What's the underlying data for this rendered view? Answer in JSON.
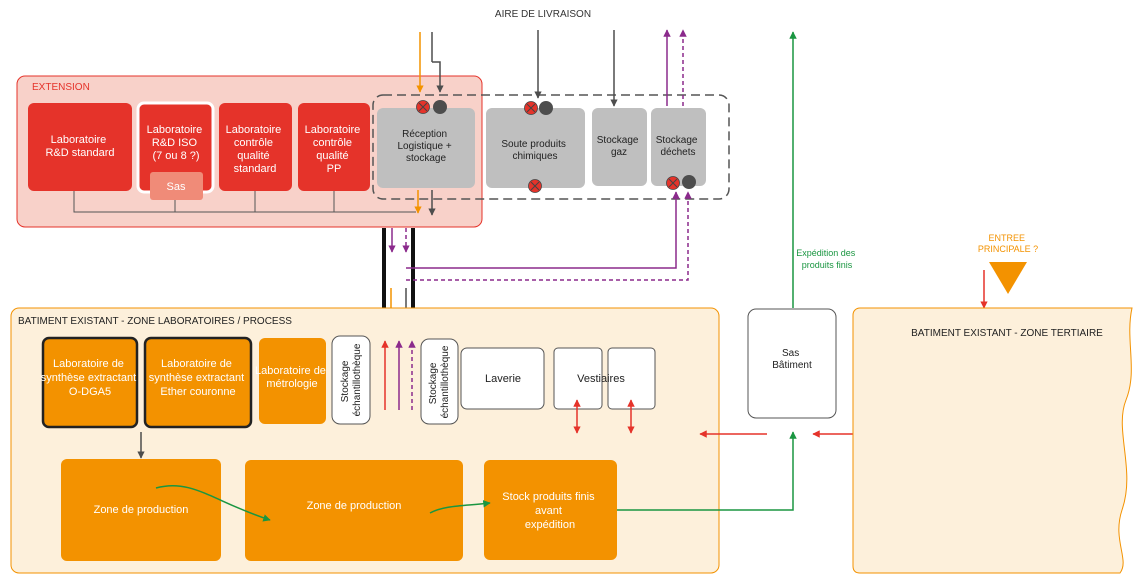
{
  "top_label": "AIRE DE LIVRAISON",
  "extension": {
    "title": "EXTENSION",
    "labs": [
      {
        "lines": [
          "Laboratoire",
          "R&D standard"
        ]
      },
      {
        "lines": [
          "Laboratoire",
          "R&D ISO",
          "(7 ou 8 ?)"
        ],
        "sub_label": "Sas"
      },
      {
        "lines": [
          "Laboratoire",
          "contrôle",
          "qualité",
          "standard"
        ]
      },
      {
        "lines": [
          "Laboratoire",
          "contrôle",
          "qualité",
          "PP"
        ]
      }
    ],
    "storage": [
      {
        "lines": [
          "Réception",
          "Logistique +",
          "stockage"
        ]
      },
      {
        "lines": [
          "Soute produits",
          "chimiques"
        ]
      },
      {
        "lines": [
          "Stockage",
          "gaz"
        ]
      },
      {
        "lines": [
          "Stockage",
          "déchets"
        ]
      }
    ]
  },
  "existing_labs": {
    "title": "BATIMENT EXISTANT - ZONE LABORATOIRES / PROCESS",
    "labs": [
      {
        "lines": [
          "Laboratoire de",
          "synthèse extractant",
          "O-DGA5"
        ]
      },
      {
        "lines": [
          "Laboratoire de",
          "synthèse extractant",
          "Ether  couronne"
        ]
      },
      {
        "lines": [
          "Laboratoire de",
          "métrologie"
        ]
      }
    ],
    "storage_1": [
      "Stockage",
      "échantillothèque"
    ],
    "storage_2": [
      "Stockage",
      "échantillothèque"
    ],
    "laverie": "Laverie",
    "vestiaires": "Vestiaires",
    "production": [
      {
        "lines": [
          "Zone de production"
        ]
      },
      {
        "lines": [
          "Zone de production"
        ]
      },
      {
        "lines": [
          "Stock produits finis",
          "avant",
          "expédition"
        ]
      }
    ]
  },
  "sas": {
    "lines": [
      "Sas",
      "Bâtiment"
    ]
  },
  "expedition_label": [
    "Expédition des",
    "produits finis"
  ],
  "tertiary": {
    "title": "BATIMENT EXISTANT - ZONE TERTIAIRE"
  },
  "entree": [
    "ENTREE",
    "PRINCIPALE ?"
  ],
  "colors": {
    "red": "#e5332a",
    "orange": "#f39200",
    "grey": "#bfbfbf",
    "purple": "#8b2a8c",
    "green": "#1a9641",
    "dark": "#4d4d4d"
  }
}
